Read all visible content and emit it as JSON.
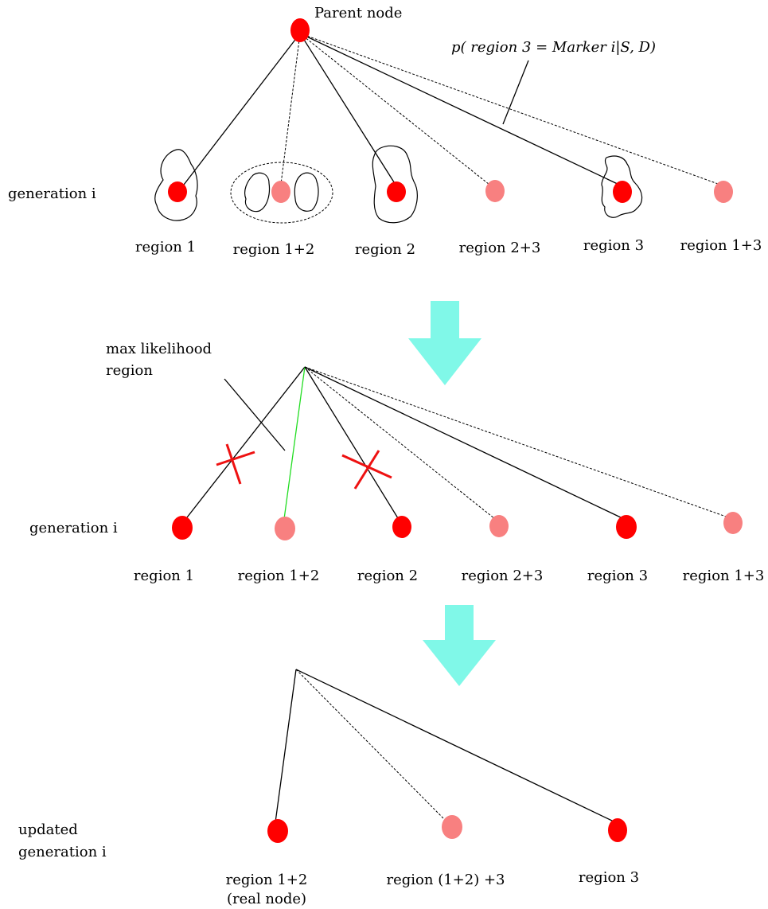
{
  "colors": {
    "real_node": "#ff0000",
    "virtual_node": "#f88080",
    "arrow": "#80f8e8",
    "selected_edge": "#22dd22",
    "rejected_cross": "#ee1111"
  },
  "stage1": {
    "parent_label": "Parent node",
    "probability_label": "p( region 3 = Marker i|S, D)",
    "generation_label": "generation i",
    "regions": [
      {
        "label": "region 1",
        "kind": "real"
      },
      {
        "label": "region 1+2",
        "kind": "virtual"
      },
      {
        "label": "region 2",
        "kind": "real"
      },
      {
        "label": "region 2+3",
        "kind": "virtual"
      },
      {
        "label": "region 3",
        "kind": "real"
      },
      {
        "label": "region 1+3",
        "kind": "virtual"
      }
    ]
  },
  "stage2": {
    "max_likelihood_label_line1": "max likelihood",
    "max_likelihood_label_line2": "region",
    "generation_label": "generation i",
    "regions": [
      {
        "label": "region 1",
        "kind": "real",
        "rejected": true
      },
      {
        "label": "region 1+2",
        "kind": "virtual",
        "selected": true
      },
      {
        "label": "region 2",
        "kind": "real",
        "rejected": true
      },
      {
        "label": "region 2+3",
        "kind": "virtual"
      },
      {
        "label": "region 3",
        "kind": "real"
      },
      {
        "label": "region 1+3",
        "kind": "virtual"
      }
    ]
  },
  "stage3": {
    "generation_label_line1": "updated",
    "generation_label_line2": "generation i",
    "regions": [
      {
        "label": "region 1+2",
        "kind": "real",
        "note": "(real node)"
      },
      {
        "label": "region (1+2) +3",
        "kind": "virtual"
      },
      {
        "label": "region 3",
        "kind": "real"
      }
    ]
  }
}
